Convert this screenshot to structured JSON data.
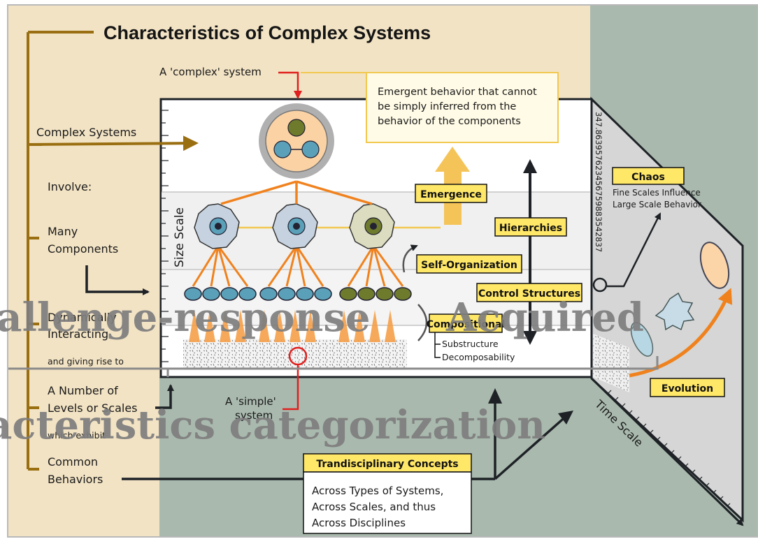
{
  "title": "Characteristics of Complex Systems",
  "left_column": {
    "complex_systems": "Complex Systems",
    "involve": "Involve:",
    "many_components_1": "Many",
    "many_components_2": "Components",
    "dynamically_1": "Dynamically",
    "dynamically_2": "Interacting",
    "giving_rise": "and giving rise to",
    "levels_1": "A Number of",
    "levels_2": "Levels or Scales",
    "which_exhibit": "which exhibit",
    "behaviors_1": "Common",
    "behaviors_2": "Behaviors"
  },
  "labels": {
    "complex_system": "A 'complex' system",
    "simple_system_1": "A 'simple'",
    "simple_system_2": "system",
    "emergent_1": "Emergent behavior that cannot",
    "emergent_2": "be simply inferred from the",
    "emergent_3": "behavior of the components",
    "size_scale": "Size Scale",
    "time_scale": "Time Scale",
    "number_strip": "347.863957623456759883542837",
    "emergence": "Emergence",
    "hierarchies": "Hierarchies",
    "self_organization": "Self-Organization",
    "control_structures": "Control Structures",
    "compositional": "Compositional",
    "substructure": "Substructure",
    "decomposability": "Decomposability",
    "chaos": "Chaos",
    "chaos_1": "Fine Scales Influence",
    "chaos_2": "Large Scale Behavior",
    "evolution": "Evolution",
    "trandisciplinary": "Trandisciplinary Concepts",
    "across_1": "Across Types of Systems,",
    "across_2": "Across Scales, and thus",
    "across_3": "Across Disciplines"
  },
  "watermark": {
    "line1_a": "Challenge-response",
    "line1_b": "Acquired",
    "line2": "Characteristics categorization"
  },
  "colors": {
    "beige": "#f2e3c4",
    "slate": "#a9b9ae",
    "gold": "#9a6f12",
    "orange": "#f0821e",
    "yellow_box": "#ffe768",
    "red": "#e0201e",
    "panel": "#ffffff"
  }
}
